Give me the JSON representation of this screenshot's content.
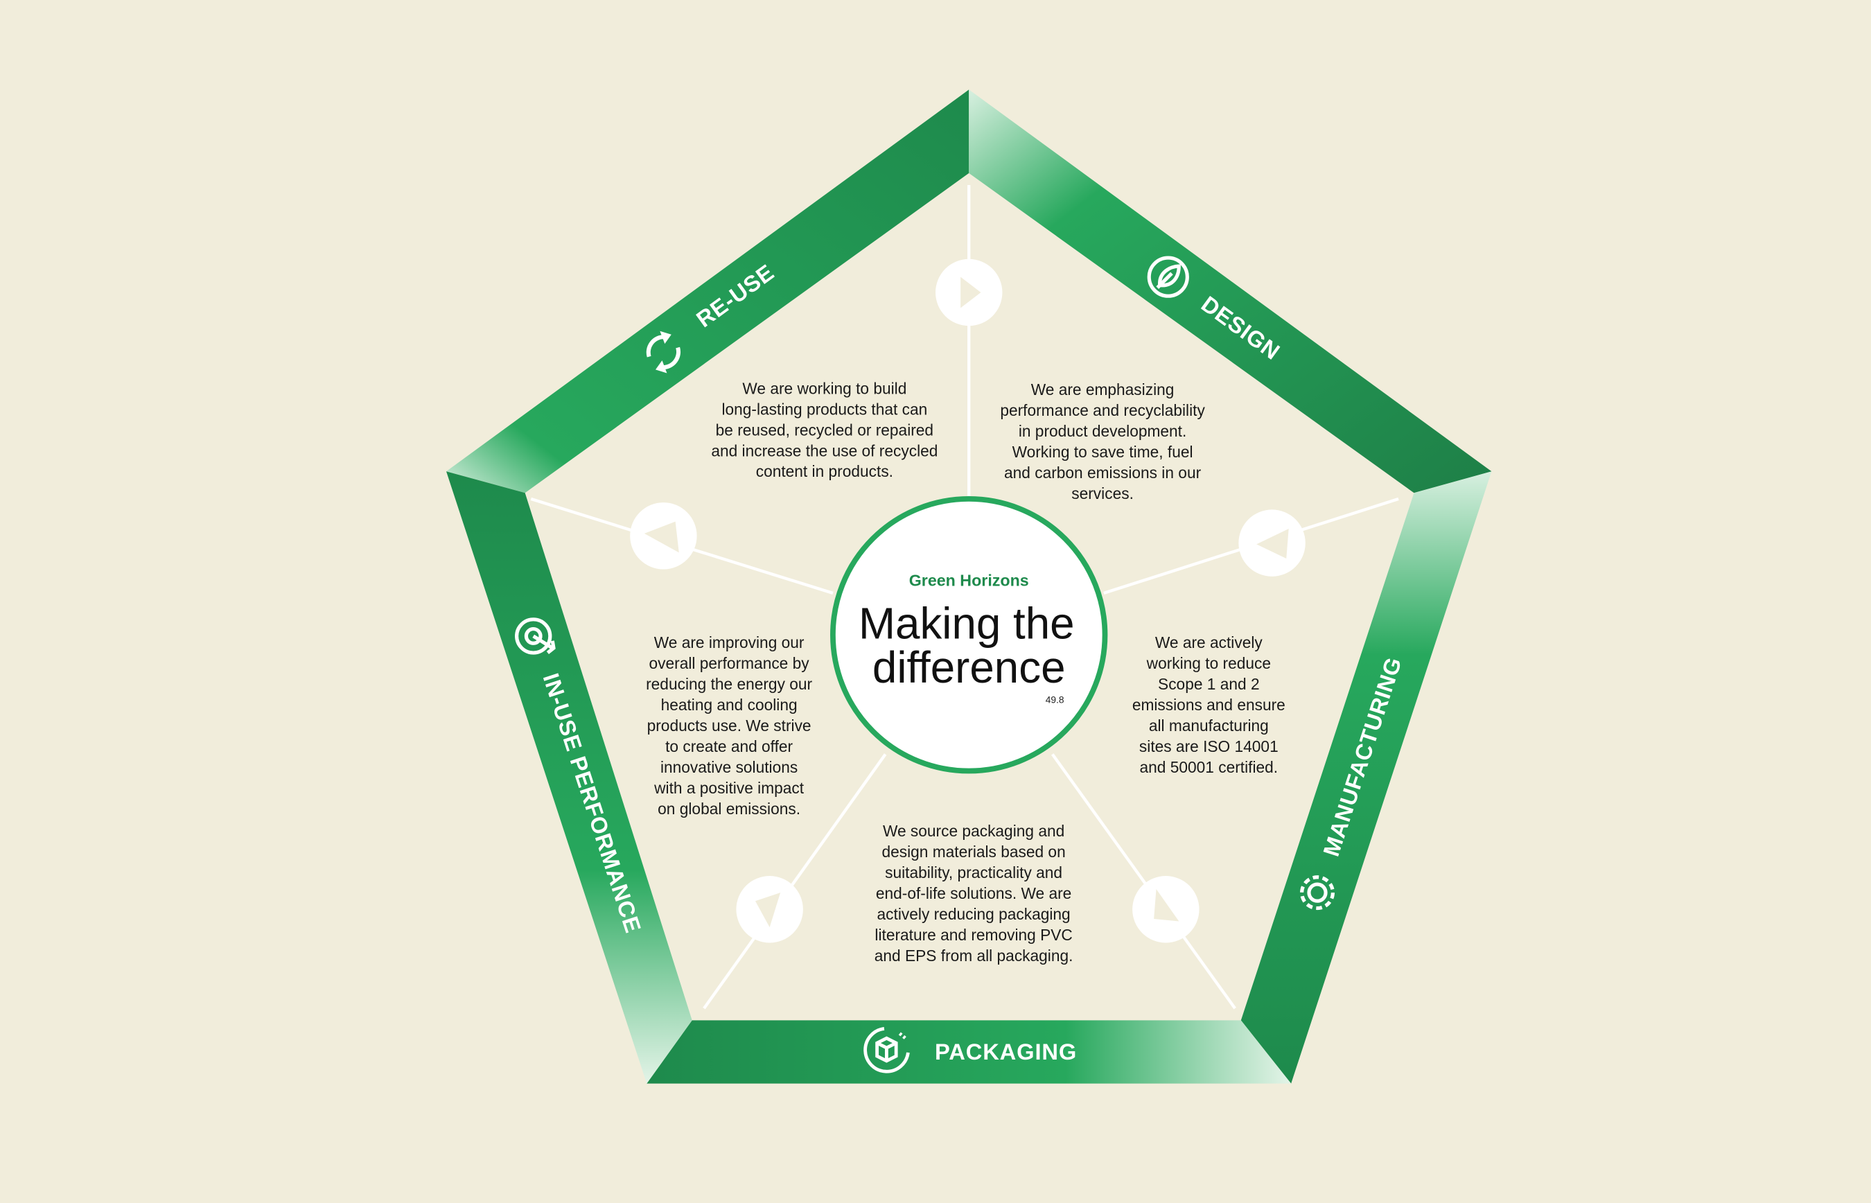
{
  "center": {
    "brand": "Green Horizons",
    "title_line1": "Making the",
    "title_line2": "difference",
    "page_number": "49.8"
  },
  "stages": [
    {
      "label": "RE-USE",
      "icon": "recycle-arrows-icon",
      "lines": [
        "We are working to build",
        "long-lasting products that can",
        "be reused, recycled or repaired",
        "and increase the use of recycled",
        "content in products."
      ]
    },
    {
      "label": "DESIGN",
      "icon": "leaf-circle-icon",
      "lines": [
        "We are emphasizing",
        "performance and recyclability",
        "in product development.",
        "Working to save time, fuel",
        "and carbon emissions in our",
        "services."
      ]
    },
    {
      "label": "MANUFACTURING",
      "icon": "gear-icon",
      "lines": [
        "We are actively",
        "working to reduce",
        "Scope 1 and 2",
        "emissions and ensure",
        "all manufacturing",
        "sites are ISO 14001",
        "and 50001 certified."
      ]
    },
    {
      "label": "PACKAGING",
      "icon": "box-cycle-icon",
      "lines": [
        "We source packaging and",
        "design materials based on",
        "suitability, practicality and",
        "end-of-life solutions. We are",
        "actively reducing packaging",
        "literature and removing PVC",
        "and EPS from all packaging."
      ]
    },
    {
      "label": "IN-USE PERFORMANCE",
      "icon": "target-arrow-icon",
      "lines": [
        "We are improving our",
        "overall performance by",
        "reducing the energy our",
        "heating and cooling",
        "products use. We strive",
        "to create and offer",
        "innovative solutions",
        "with a positive impact",
        "on global emissions."
      ]
    }
  ],
  "colors": {
    "background": "#f1eddb",
    "green_dark": "#1e8a4c",
    "green": "#27a85d",
    "green_light": "#d8f0e0"
  }
}
